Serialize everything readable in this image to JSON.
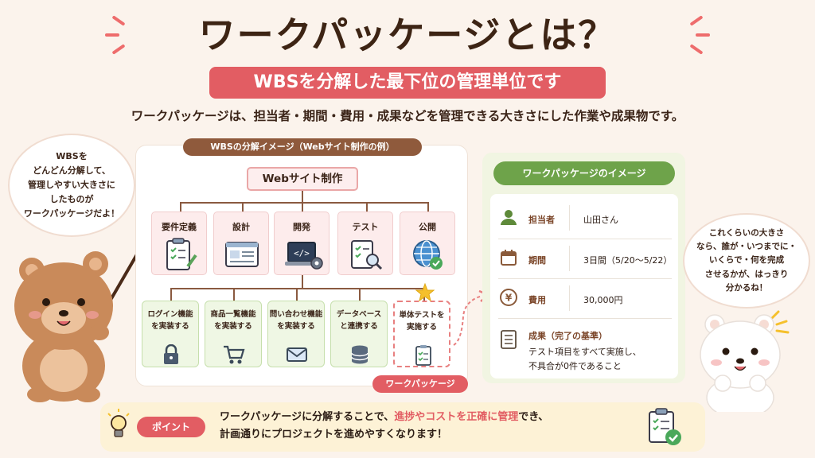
{
  "title": "ワークパッケージとは？",
  "subtitle": "WBSを分解した最下位の管理単位です",
  "description": "ワークパッケージは、担当者・期間・費用・成果などを管理できる大きさにした作業や成果物です。",
  "bubble_left": [
    "WBSを",
    "どんどん分解して、",
    "管理しやすい大きさに",
    "したものが",
    "ワークパッケージだよ！"
  ],
  "bubble_right": [
    "これくらいの大きさ",
    "なら、誰が・いつまでに・",
    "いくらで・何を完成",
    "させるかが、はっきり",
    "分かるね！"
  ],
  "wbs": {
    "caption": "WBSの分解イメージ（Webサイト制作の例）",
    "root": "Webサイト制作",
    "level1": [
      {
        "label": "要件定義",
        "icon": "clipboard-pen-icon"
      },
      {
        "label": "設計",
        "icon": "wireframe-icon"
      },
      {
        "label": "開発",
        "icon": "laptop-code-icon"
      },
      {
        "label": "テスト",
        "icon": "checklist-search-icon"
      },
      {
        "label": "公開",
        "icon": "globe-check-icon"
      }
    ],
    "level2": [
      {
        "line1": "ログイン機能",
        "line2": "を実装する",
        "icon": "lock-icon"
      },
      {
        "line1": "商品一覧機能",
        "line2": "を実装する",
        "icon": "cart-icon"
      },
      {
        "line1": "問い合わせ機能",
        "line2": "を実装する",
        "icon": "mail-icon"
      },
      {
        "line1": "データベース",
        "line2": "と連携する",
        "icon": "database-icon"
      },
      {
        "line1": "単体テストを",
        "line2": "実施する",
        "icon": "clipboard-check-icon"
      }
    ],
    "work_package_tag": "ワークパッケージ"
  },
  "wp_image": {
    "header": "ワークパッケージのイメージ",
    "assignee_label": "担当者",
    "assignee_value": "山田さん",
    "period_label": "期間",
    "period_value": "3日間（5/20〜5/22）",
    "cost_label": "費用",
    "cost_value": "30,000円",
    "deliverable_label": "成果（完了の基準）",
    "deliverable_line1": "テスト項目をすべて実施し、",
    "deliverable_line2": "不具合が0件であること"
  },
  "point": {
    "label": "ポイント",
    "line1_pre": "ワークパッケージに分解することで、",
    "line1_hl": "進捗やコストを正確に管理",
    "line1_post": "でき、",
    "line2": "計画通りにプロジェクトを進めやすくなります！"
  },
  "colors": {
    "accent_red": "#e25d63",
    "accent_green": "#6ea34a",
    "brown": "#8f5a3c",
    "background": "#fbf3ec"
  }
}
